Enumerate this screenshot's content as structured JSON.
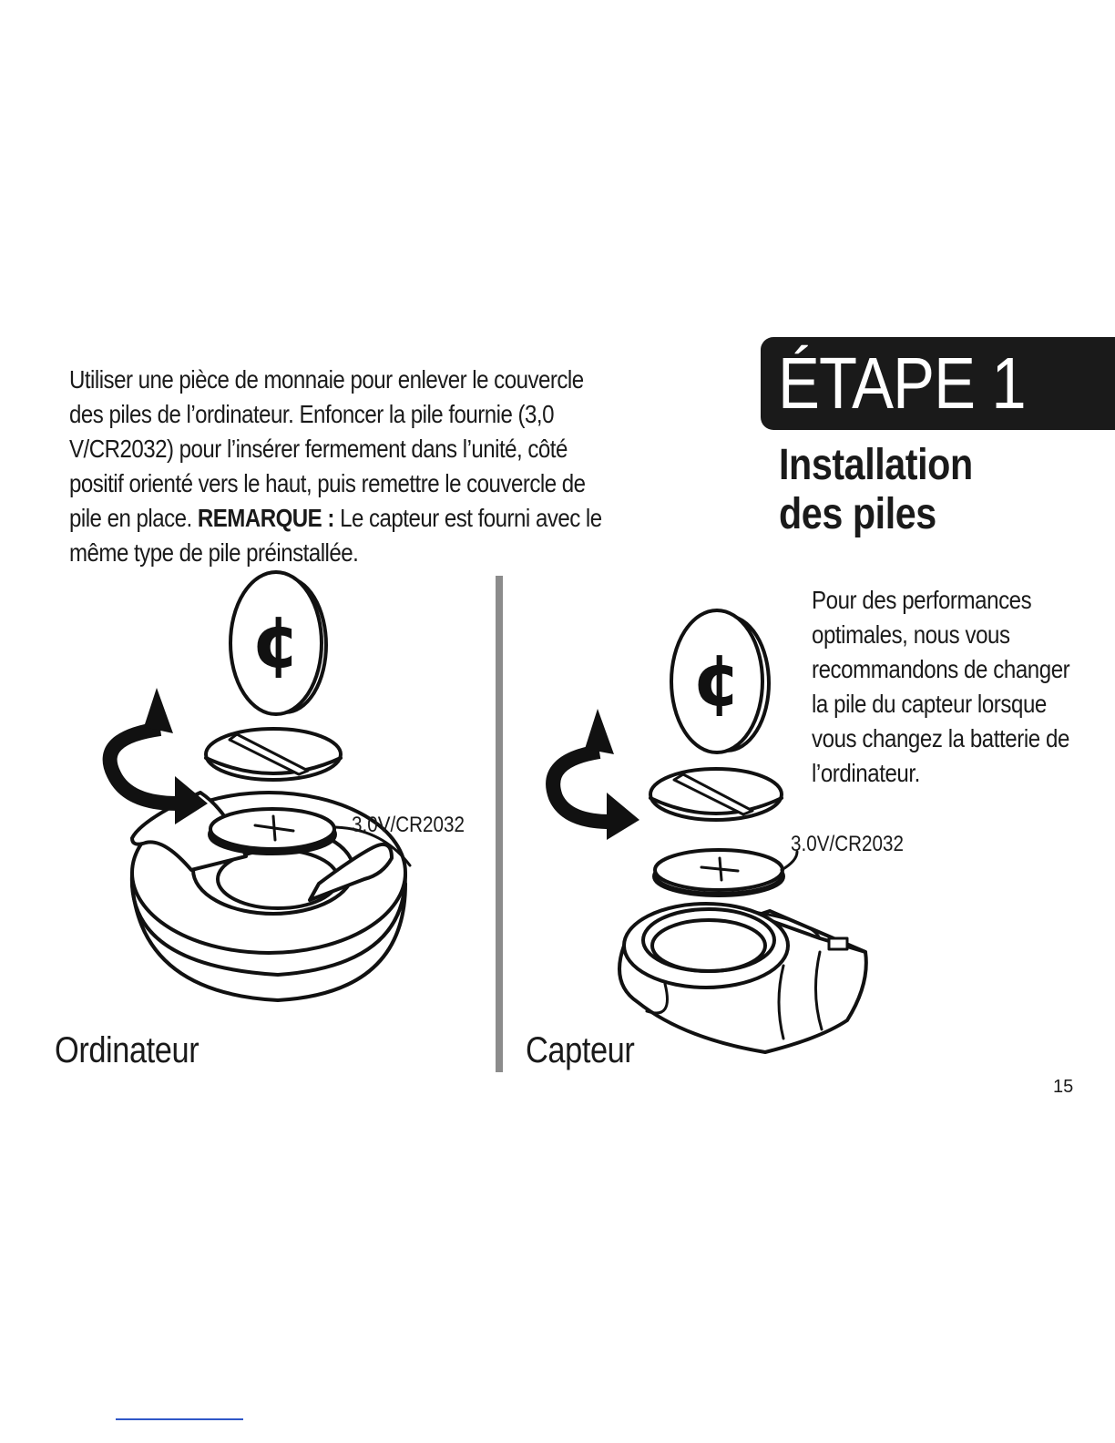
{
  "intro": {
    "text": "Utiliser une pièce de monnaie pour enlever le couvercle des piles de l’ordinateur. Enfoncer la pile fournie (3,0 V/CR2032) pour l’insérer fermement dans l’unité, côté positif orienté vers le haut, puis remettre le couvercle de pile en place.",
    "note_label": "REMARQUE :",
    "note_text": "Le capteur est fourni avec le même type de pile préinstallée."
  },
  "step": {
    "label": "ÉTAPE 1",
    "title_line1": "Installation",
    "title_line2": "des piles"
  },
  "tip": "Pour des performances optimales, nous vous recommandons de changer la pile du capteur lorsque vous changez la batterie de l’ordinateur.",
  "illustrations": {
    "coin_symbol": "¢",
    "plus_symbol": "+",
    "left": {
      "caption": "Ordinateur",
      "battery_label": "3.0V/CR2032"
    },
    "right": {
      "caption": "Capteur",
      "battery_label": "3.0V/CR2032"
    }
  },
  "page_number": "15"
}
